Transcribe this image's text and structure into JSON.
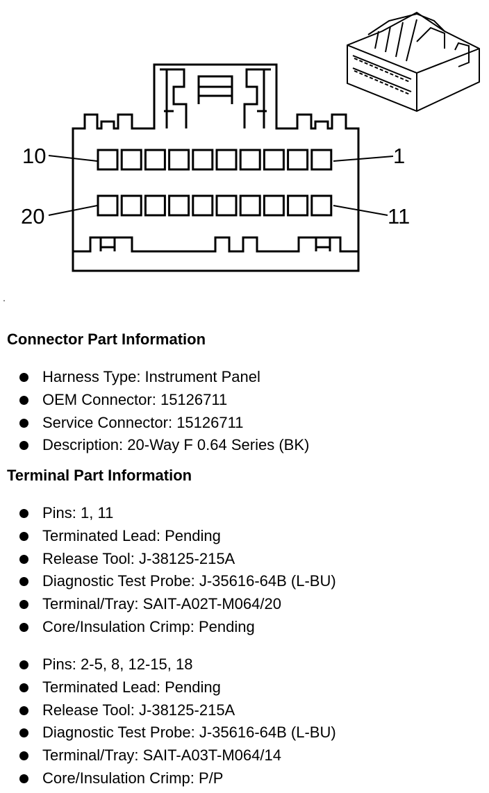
{
  "diagram": {
    "pin_labels": {
      "top_left": "10",
      "top_right": "1",
      "bottom_left": "20",
      "bottom_right": "11"
    }
  },
  "connector_section": {
    "title": "Connector Part Information",
    "items": [
      "Harness Type: Instrument Panel",
      "OEM Connector: 15126711",
      "Service Connector: 15126711",
      "Description: 20-Way F 0.64 Series (BK)"
    ]
  },
  "terminal_section": {
    "title": "Terminal Part Information",
    "group1": [
      "Pins: 1, 11",
      "Terminated Lead: Pending",
      "Release Tool: J-38125-215A",
      "Diagnostic Test Probe: J-35616-64B (L-BU)",
      "Terminal/Tray: SAIT-A02T-M064/20",
      "Core/Insulation Crimp: Pending"
    ],
    "group2": [
      "Pins: 2-5, 8, 12-15, 18",
      "Terminated Lead: Pending",
      "Release Tool: J-38125-215A",
      "Diagnostic Test Probe: J-35616-64B (L-BU)",
      "Terminal/Tray: SAIT-A03T-M064/14",
      "Core/Insulation Crimp: P/P"
    ]
  }
}
